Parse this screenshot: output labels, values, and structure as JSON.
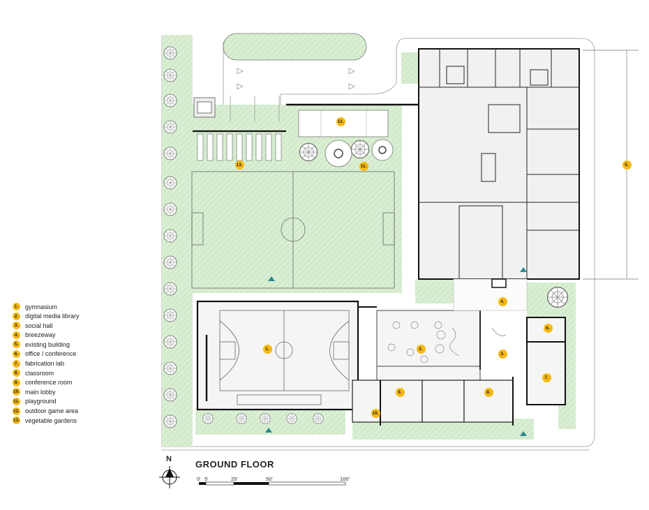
{
  "legend": [
    {
      "num": "1.",
      "label": "gymnasium"
    },
    {
      "num": "2.",
      "label": "digital media library"
    },
    {
      "num": "3.",
      "label": "social hall"
    },
    {
      "num": "4.",
      "label": "breezeway"
    },
    {
      "num": "5.",
      "label": "existing building"
    },
    {
      "num": "6.",
      "label": "office / conference"
    },
    {
      "num": "7.",
      "label": "fabrication lab"
    },
    {
      "num": "8.",
      "label": "classroom"
    },
    {
      "num": "9.",
      "label": "conference room"
    },
    {
      "num": "10.",
      "label": "main lobby"
    },
    {
      "num": "11.",
      "label": "playground"
    },
    {
      "num": "12.",
      "label": "outdoor game area"
    },
    {
      "num": "13.",
      "label": "vegetable gardens"
    }
  ],
  "title": "GROUND FLOOR",
  "north": "N",
  "scale": [
    "0'",
    "5'",
    "25'",
    "50'",
    "100'"
  ],
  "markers": [
    "1.",
    "2.",
    "3.",
    "4.",
    "5.",
    "6.",
    "7.",
    "8.",
    "9.",
    "10.",
    "11.",
    "12.",
    "13."
  ],
  "colors": {
    "green": "#d6ecd0",
    "marker": "#f6b913",
    "wall": "#111111",
    "floor": "#f1f1f1",
    "accent": "#2a8a8a"
  }
}
